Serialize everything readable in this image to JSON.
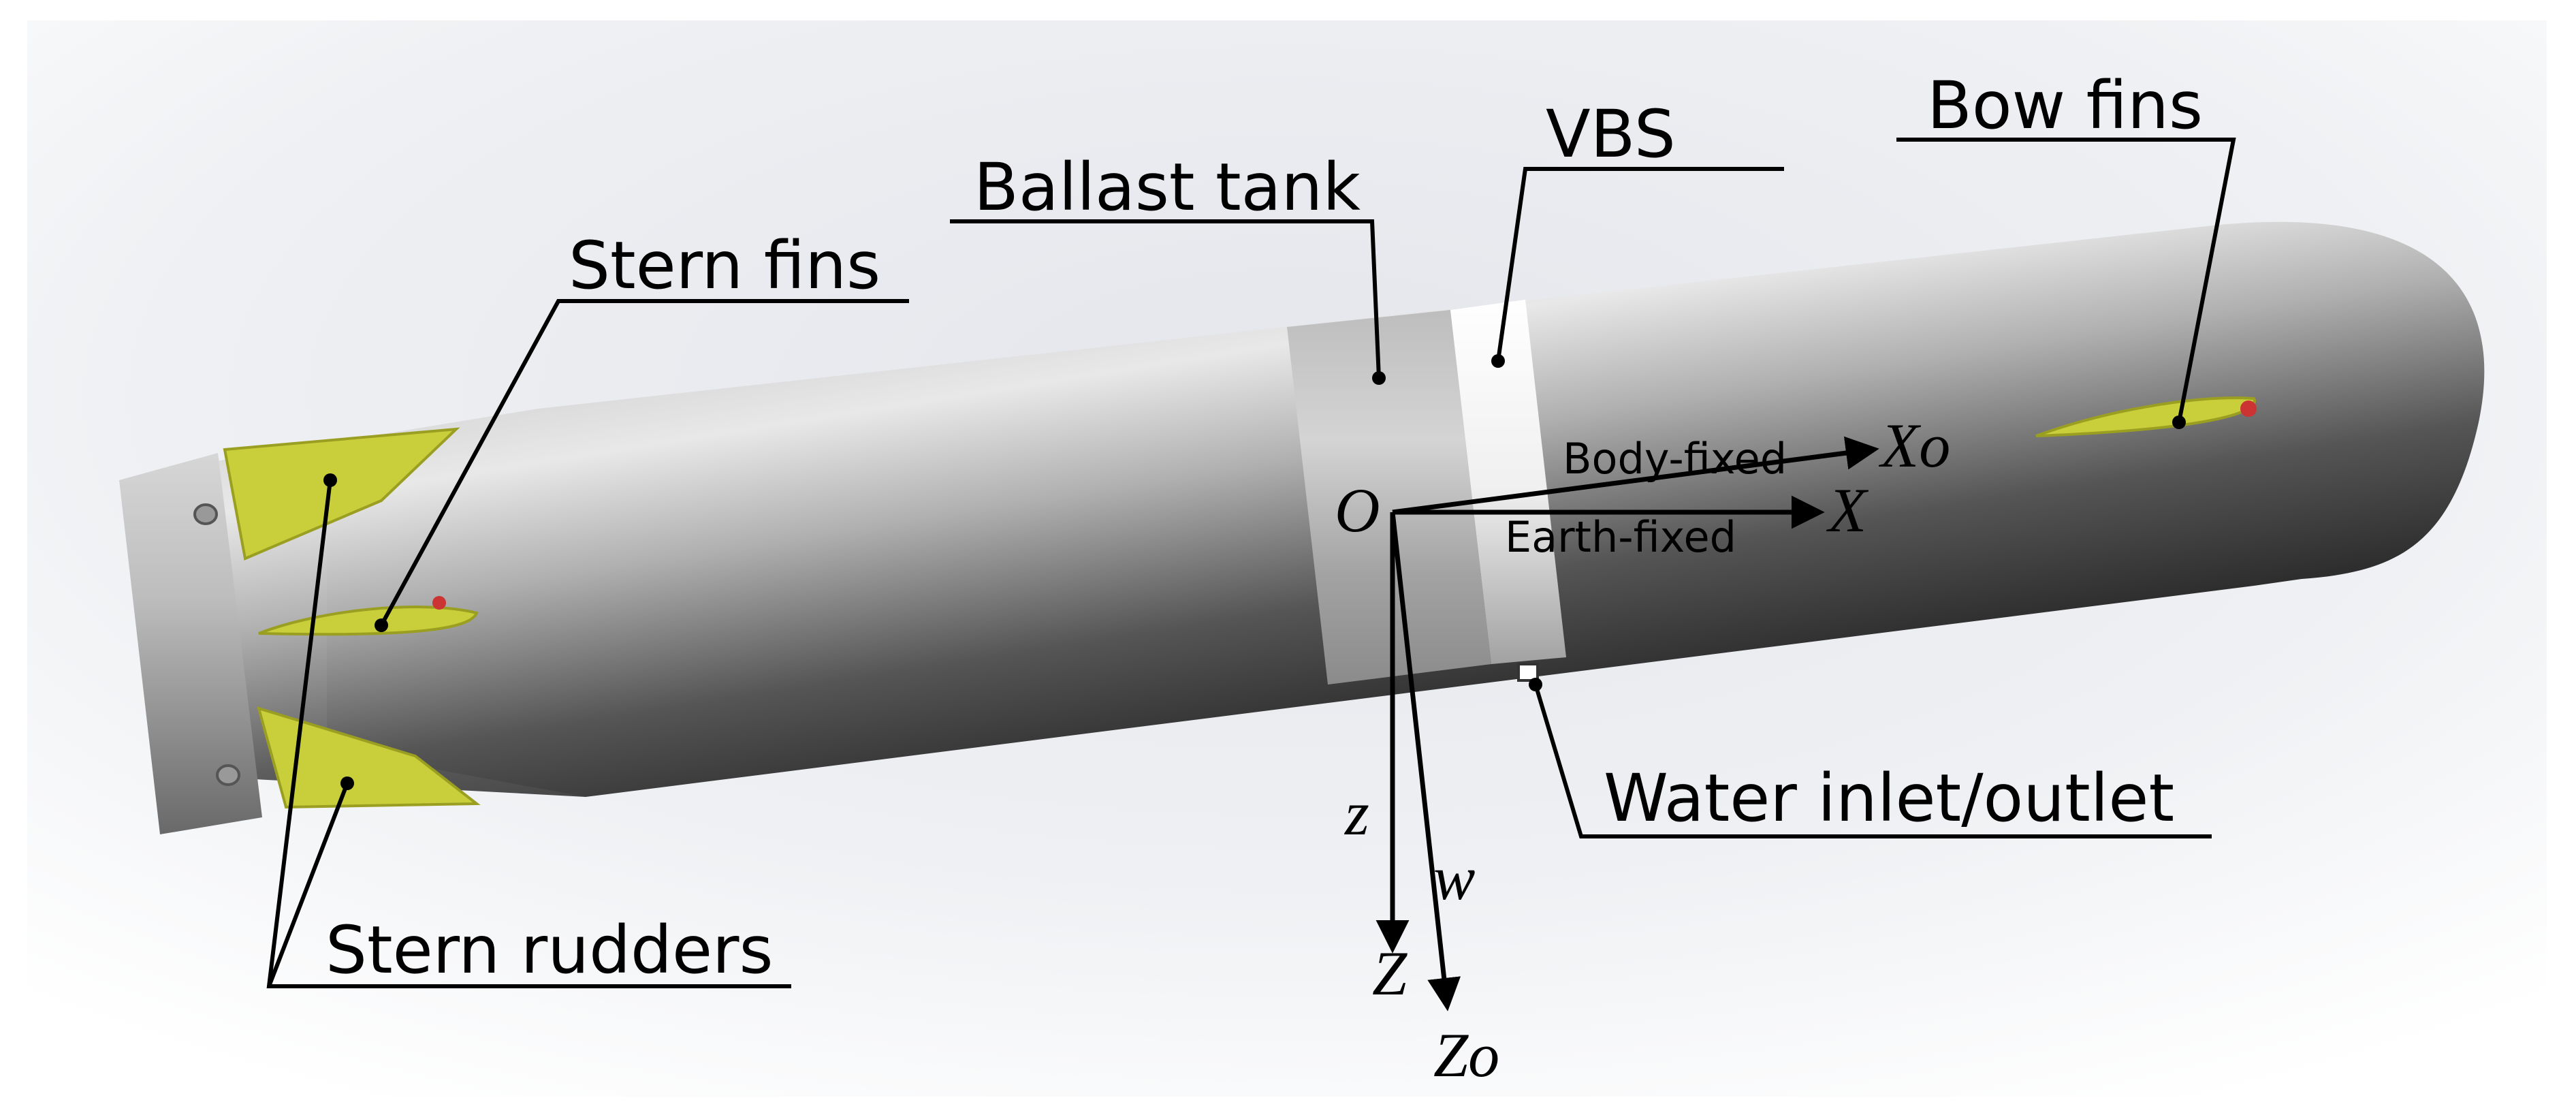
{
  "labels": {
    "ballast_tank": "Ballast tank",
    "vbs": "VBS",
    "bow_fins": "Bow fins",
    "stern_fins": "Stern fins",
    "stern_rudders": "Stern rudders",
    "water_inlet_outlet": "Water inlet/outlet"
  },
  "axes": {
    "origin": "O",
    "body_fixed": "Body-fixed",
    "earth_fixed": "Earth-fixed",
    "x_body": "Xo",
    "x_earth": "X",
    "z_lower": "z",
    "z_upper": "Z",
    "w": "w",
    "z_body": "Zo"
  },
  "colors": {
    "fin": "#c8cf3a",
    "hull_light": "#d9d9d9",
    "hull_dark": "#3a3a3a",
    "band": "#c4c4c4",
    "vbs": "#f3f3f3"
  }
}
